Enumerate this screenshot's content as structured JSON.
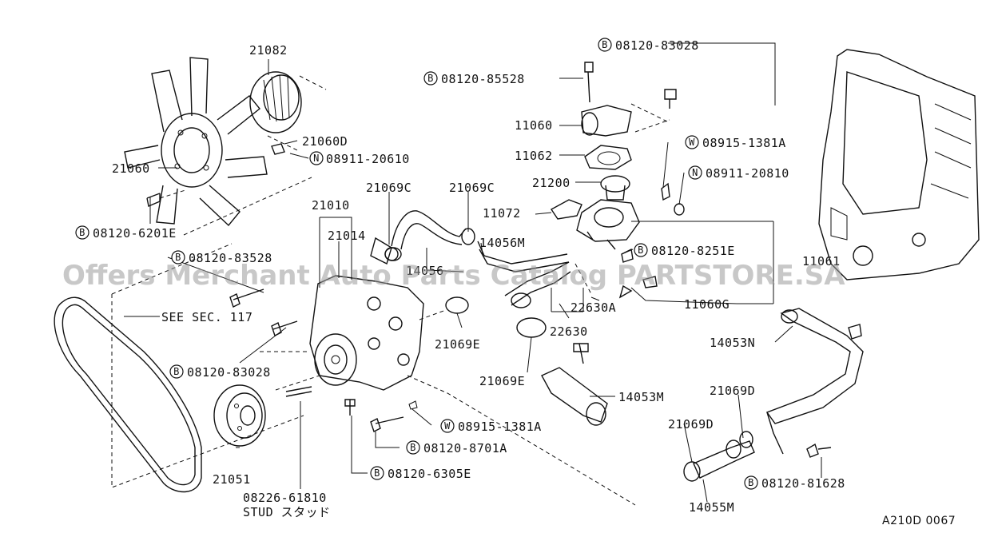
{
  "diagram": {
    "part_labels": [
      {
        "id": "p21082",
        "text": "21082"
      },
      {
        "id": "p21060D",
        "text": "21060D"
      },
      {
        "id": "p08911_20610",
        "badge": "N",
        "text": "08911-20610"
      },
      {
        "id": "p21060",
        "text": "21060"
      },
      {
        "id": "p08120_6201E",
        "badge": "B",
        "text": "08120-6201E"
      },
      {
        "id": "p21010",
        "text": "21010"
      },
      {
        "id": "p21014",
        "text": "21014"
      },
      {
        "id": "p08120_83528",
        "badge": "B",
        "text": "08120-83528"
      },
      {
        "id": "p21069C_a",
        "text": "21069C"
      },
      {
        "id": "p21069C_b",
        "text": "21069C"
      },
      {
        "id": "p14056M",
        "text": "14056M"
      },
      {
        "id": "p14056",
        "text": "14056"
      },
      {
        "id": "pSEE",
        "text": "SEE SEC. 117"
      },
      {
        "id": "p08120_83028_a",
        "badge": "B",
        "text": "08120-83028"
      },
      {
        "id": "p21051",
        "text": "21051"
      },
      {
        "id": "p08226",
        "text": "08226-61810"
      },
      {
        "id": "pSTUD",
        "text": "STUD スタッド"
      },
      {
        "id": "p08120_6305E",
        "badge": "B",
        "text": "08120-6305E"
      },
      {
        "id": "p08120_8701A",
        "badge": "B",
        "text": "08120-8701A"
      },
      {
        "id": "p08915_1381A_a",
        "badge": "W",
        "text": "08915-1381A"
      },
      {
        "id": "p21069E_a",
        "text": "21069E"
      },
      {
        "id": "p21069E_b",
        "text": "21069E"
      },
      {
        "id": "p22630",
        "text": "22630"
      },
      {
        "id": "p22630A",
        "text": "22630A"
      },
      {
        "id": "p14053M",
        "text": "14053M"
      },
      {
        "id": "p08120_83028_b",
        "badge": "B",
        "text": "08120-83028"
      },
      {
        "id": "p08120_85528",
        "badge": "B",
        "text": "08120-85528"
      },
      {
        "id": "p11060",
        "text": "11060"
      },
      {
        "id": "p11062",
        "text": "11062"
      },
      {
        "id": "p21200",
        "text": "21200"
      },
      {
        "id": "p11072",
        "text": "11072"
      },
      {
        "id": "p08915_1381A_b",
        "badge": "W",
        "text": "08915-1381A"
      },
      {
        "id": "p08911_20810",
        "badge": "N",
        "text": "08911-20810"
      },
      {
        "id": "p08120_8251E",
        "badge": "B",
        "text": "08120-8251E"
      },
      {
        "id": "p11061",
        "text": "11061"
      },
      {
        "id": "p11060G",
        "text": "11060G"
      },
      {
        "id": "p14053N",
        "text": "14053N"
      },
      {
        "id": "p21069D_a",
        "text": "21069D"
      },
      {
        "id": "p21069D_b",
        "text": "21069D"
      },
      {
        "id": "p14055M",
        "text": "14055M"
      },
      {
        "id": "p08120_81628",
        "badge": "B",
        "text": "08120-81628"
      }
    ],
    "watermark": "Offers Merchant Auto Parts Catalog PARTSTORE.SA",
    "diagram_code": "A210D 0067"
  }
}
